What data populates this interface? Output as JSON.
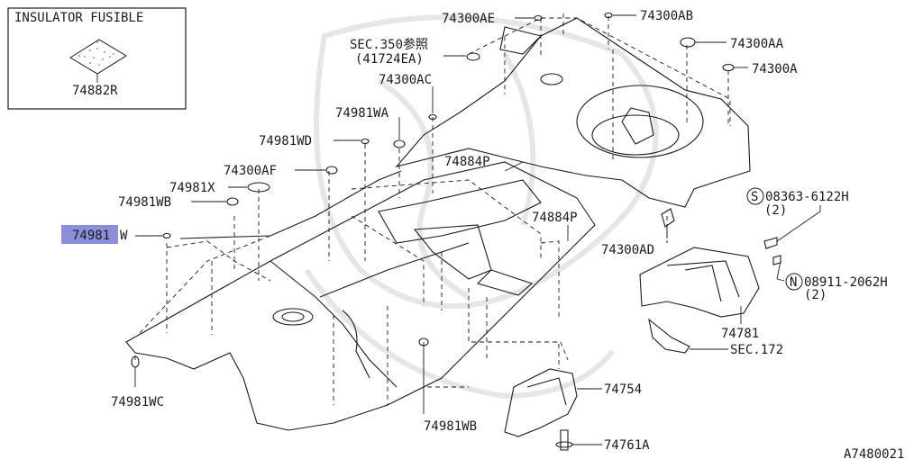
{
  "inset": {
    "title": "INSULATOR FUSIBLE",
    "part": "74882R"
  },
  "parts": {
    "p74300AE": "74300AE",
    "p74300AB": "74300AB",
    "sec350_line1": "SEC.350参照",
    "sec350_line2": "(41724EA)",
    "p74300AA": "74300AA",
    "p74300A": "74300A",
    "p74300AC": "74300AC",
    "p74981WA": "74981WA",
    "p74981WD": "74981WD",
    "p74884P_a": "74884P",
    "p74300AF": "74300AF",
    "p74981X": "74981X",
    "p74981WB_a": "74981WB",
    "p74884P_b": "74884P",
    "p74981_hl": "74981",
    "p74981_hl_suffix": "W",
    "bolt_s": "S",
    "bolt_s_part": "08363-6122H",
    "bolt_s_qty": "(2)",
    "p74300AD": "74300AD",
    "nut_n": "N",
    "nut_n_part": "08911-2062H",
    "nut_n_qty": "(2)",
    "p74781": "74781",
    "sec172": "SEC.172",
    "p74754": "74754",
    "p74981WC": "74981WC",
    "p74981WB_b": "74981WB",
    "p74761A": "74761A",
    "diagram_id": "A7480021"
  },
  "colors": {
    "line": "#1a1a1a",
    "highlight": "#8a8fd8",
    "watermark": "#e6e6e6"
  }
}
